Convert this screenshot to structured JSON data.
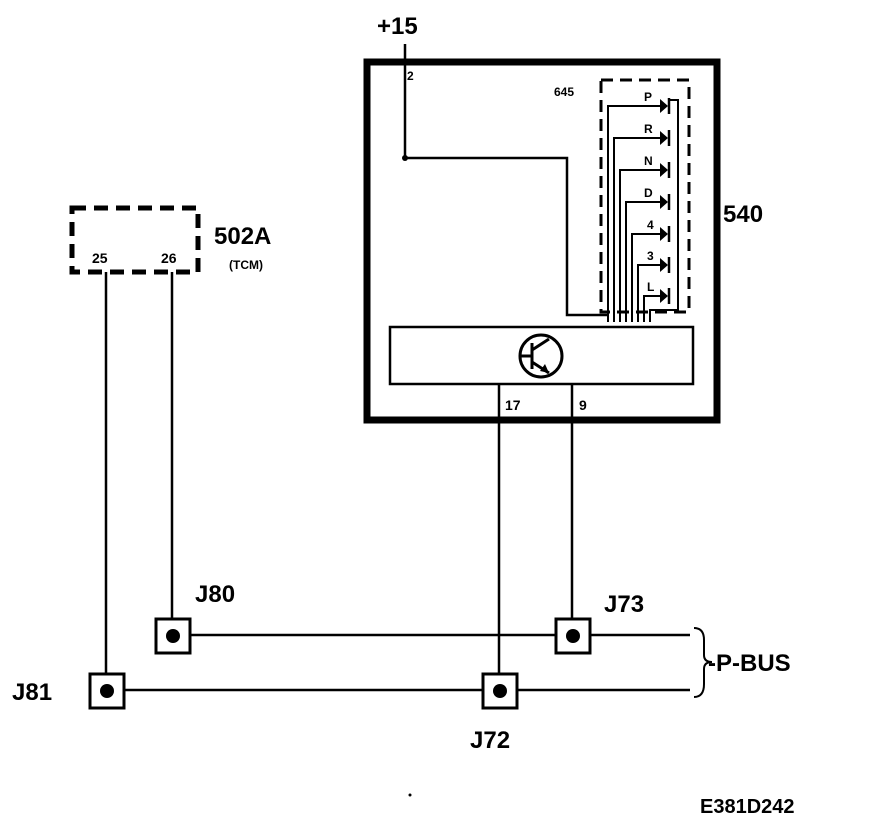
{
  "supply": {
    "label": "+15",
    "pin": "2"
  },
  "module_540": {
    "label": "540",
    "switch_label": "645"
  },
  "positions": [
    "P",
    "R",
    "N",
    "D",
    "4",
    "3",
    "L"
  ],
  "pins": {
    "pin17": "17",
    "pin9": "9"
  },
  "tcm": {
    "label": "502A",
    "sublabel": "(TCM)",
    "pin25": "25",
    "pin26": "26"
  },
  "junctions": {
    "j80": "J80",
    "j73": "J73",
    "j81": "J81",
    "j72": "J72"
  },
  "bus": {
    "label": "-P-BUS"
  },
  "diagram_id": "E381D242"
}
